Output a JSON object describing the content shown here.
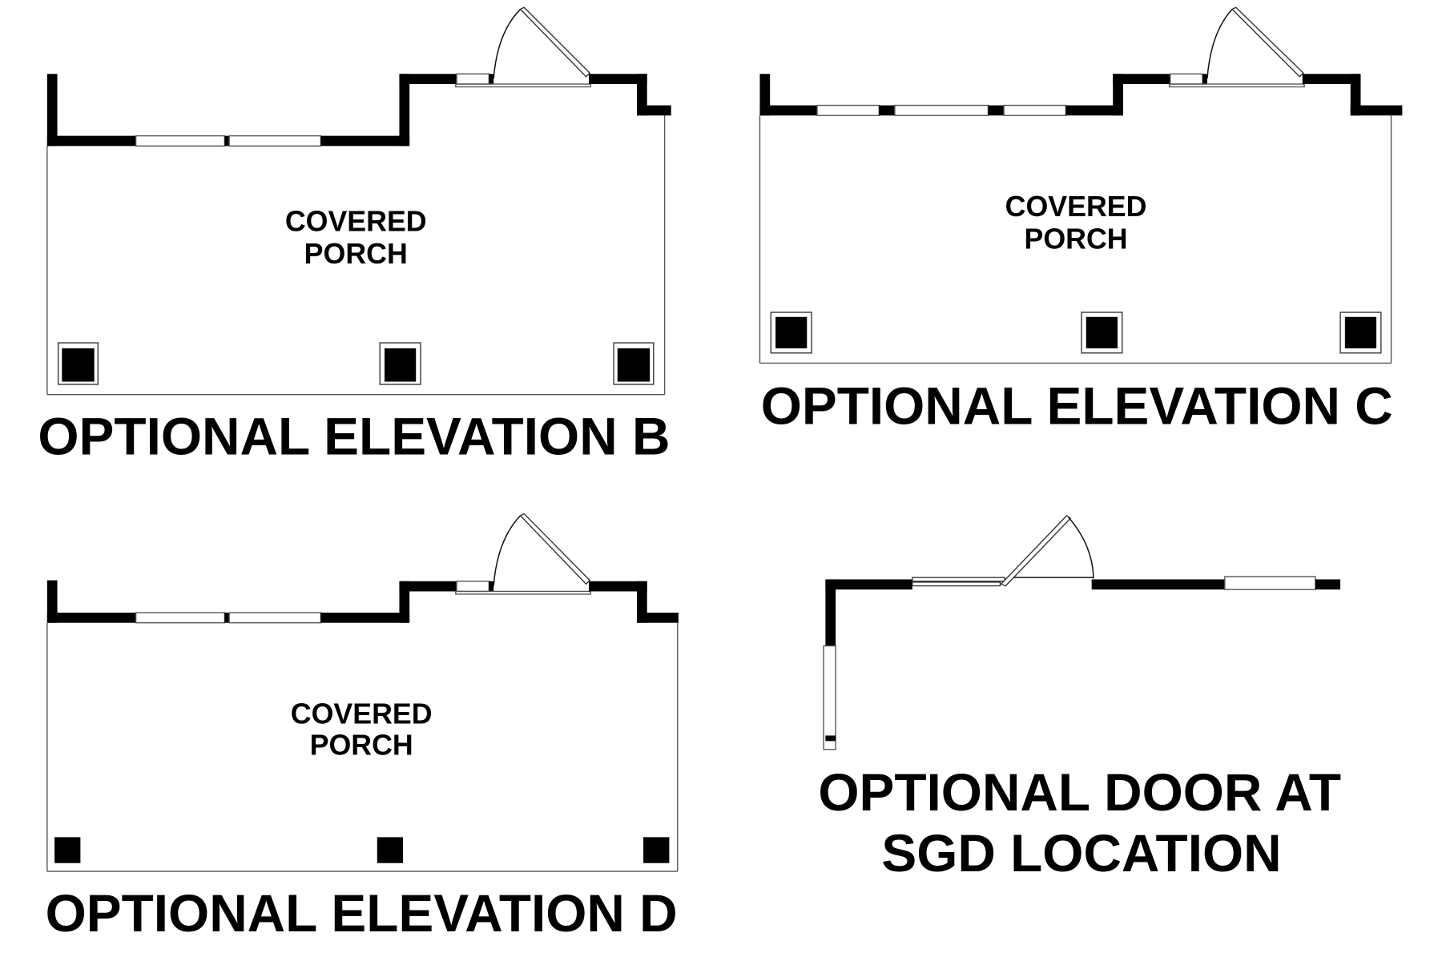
{
  "plans": [
    {
      "id": "elevation-b",
      "title": "OPTIONAL ELEVATION B",
      "room_label_line1": "COVERED",
      "room_label_line2": "PORCH",
      "column_count": 3,
      "column_style": "outlined"
    },
    {
      "id": "elevation-c",
      "title": "OPTIONAL ELEVATION C",
      "room_label_line1": "COVERED",
      "room_label_line2": "PORCH",
      "column_count": 3,
      "column_style": "outlined"
    },
    {
      "id": "elevation-d",
      "title": "OPTIONAL ELEVATION D",
      "room_label_line1": "COVERED",
      "room_label_line2": "PORCH",
      "column_count": 3,
      "column_style": "solid"
    },
    {
      "id": "door-at-sgd",
      "title_line1": "OPTIONAL DOOR AT",
      "title_line2": "SGD LOCATION"
    }
  ],
  "colors": {
    "wall": "#000000",
    "background": "#ffffff",
    "thin_line": "#555555"
  }
}
